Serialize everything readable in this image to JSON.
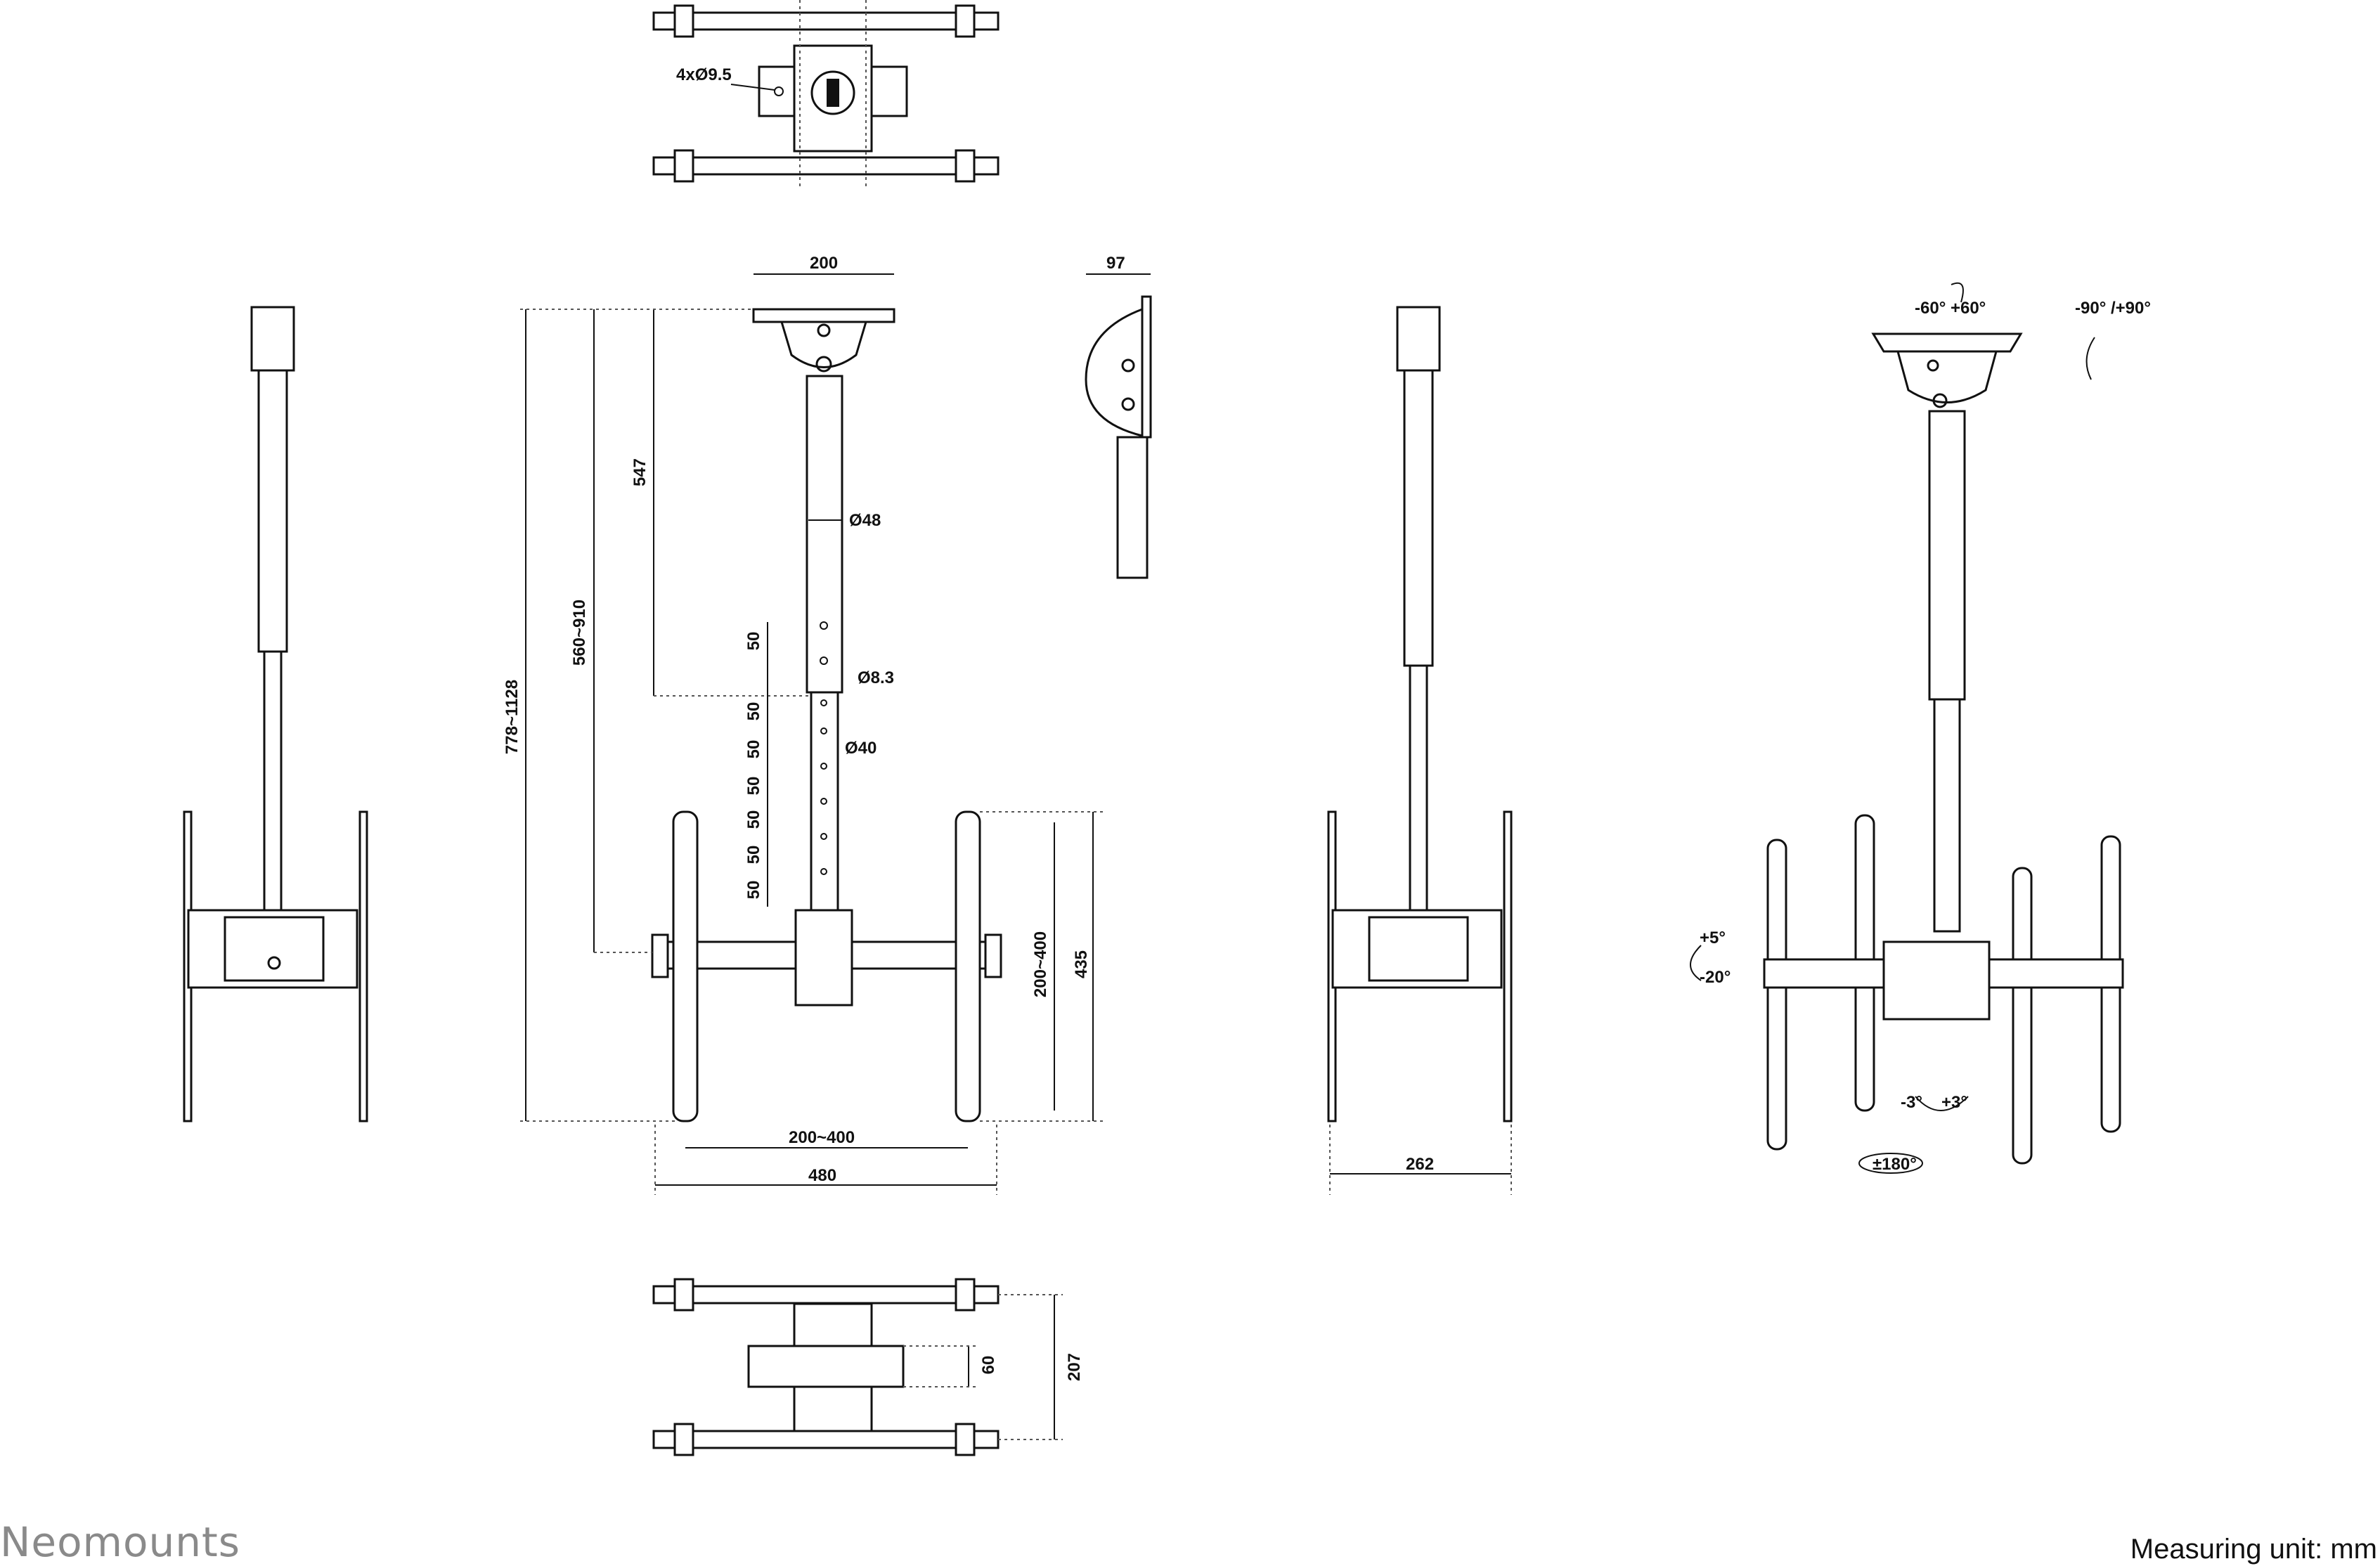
{
  "labels": {
    "hole_spec": "4xØ9.5",
    "plate_width": "200",
    "plate_depth": "97",
    "pole_dia": "Ø48",
    "hole_dia": "Ø8.3",
    "inner_pole_dia": "Ø40",
    "height_total": "778~1128",
    "height_range": "560~910",
    "height_upper": "547",
    "step_50": "50",
    "vesa_h": "200~400",
    "vesa_w": "200~400",
    "bracket_h": "435",
    "width_total": "480",
    "depth_side": "262",
    "bottom_60": "60",
    "bottom_207": "207",
    "rot_ceiling": "-60° +60°",
    "rot_side": "-90° /+90°",
    "tilt_up": "+5°",
    "tilt_down": "-20°",
    "level_minus": "-3°",
    "level_plus": "+3°",
    "swivel": "±180°"
  },
  "footer": {
    "brand": "Neomounts",
    "units": "Measuring unit: mm"
  }
}
